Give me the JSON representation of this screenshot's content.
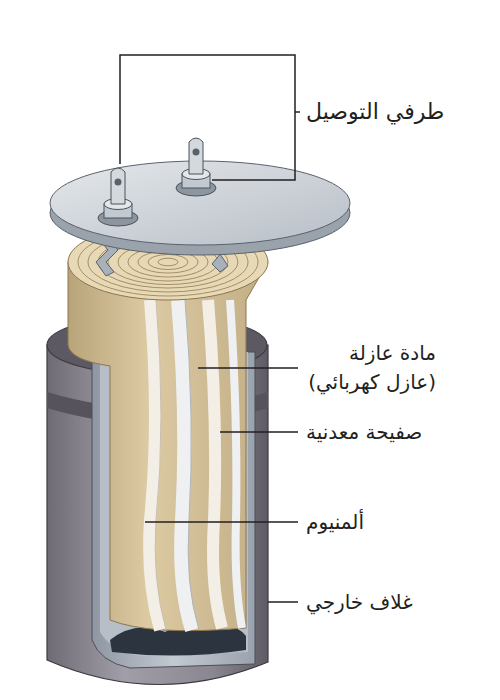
{
  "diagram": {
    "labels": [
      "طرفي التوصيل",
      "مادة عازلة (عازل كهربائي)",
      "صفيحة معدنية",
      "ألمنيوم",
      "غلاف خارجي"
    ]
  }
}
